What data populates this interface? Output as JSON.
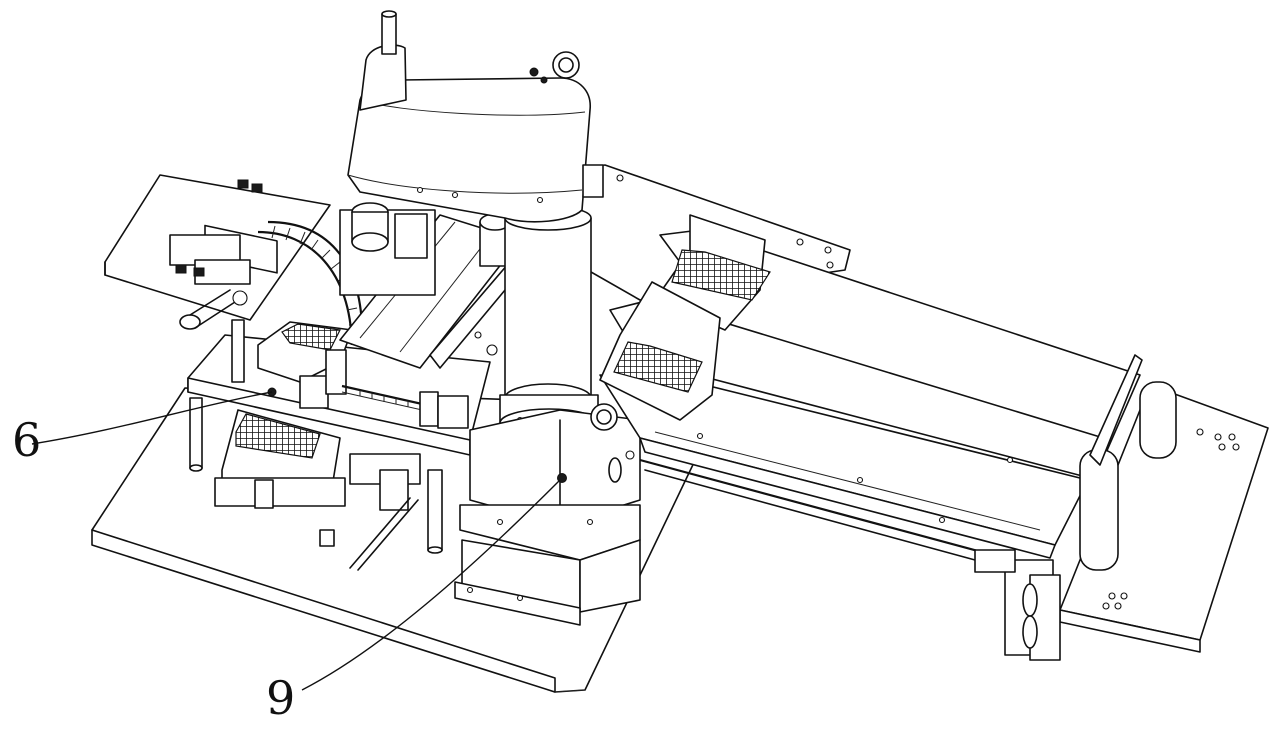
{
  "callouts": [
    {
      "id": "callout-6",
      "label": "6"
    },
    {
      "id": "callout-9",
      "label": "9"
    }
  ]
}
